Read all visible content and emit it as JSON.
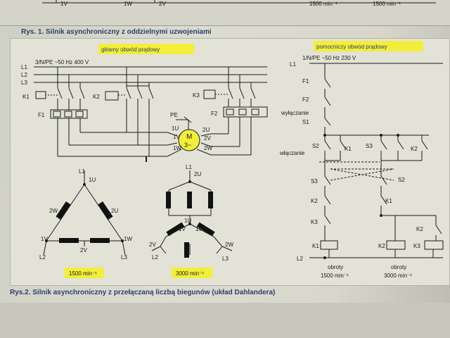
{
  "top": {
    "fragments": [
      "1V",
      "1W",
      "2V",
      "1500 min⁻¹",
      "1500 min⁻¹"
    ],
    "caption": "Rys. 1. Silnik asynchroniczny z oddzielnymi uzwojeniami"
  },
  "main": {
    "banner": "główny obwód prądowy",
    "supply": "3/N/PE ~50 Hz 400 V",
    "lines": [
      "L1",
      "L2",
      "L3"
    ],
    "contactors": [
      "K1",
      "K2",
      "K3"
    ],
    "relays": [
      "F1",
      "F2"
    ],
    "pe": "PE",
    "motor": [
      "M",
      "3~"
    ],
    "terminals": [
      "1U",
      "1V",
      "1W",
      "2U",
      "2V",
      "2W"
    ]
  },
  "delta": {
    "labels": [
      "L1",
      "1U",
      "2W",
      "2U",
      "1V",
      "2V",
      "1W",
      "L2",
      "L3"
    ],
    "speed": "1500 min⁻¹"
  },
  "star": {
    "labels": [
      "L1",
      "2U",
      "1U",
      "1V",
      "1W",
      "2V",
      "2W",
      "L2",
      "L3"
    ],
    "speed": "3000 min⁻¹"
  },
  "control": {
    "banner": "pomocniczy obwód prądowy",
    "supply": "1/N/PE ~50 Hz 230 V",
    "l1": "L1",
    "l2": "L2",
    "f1": "F1",
    "f2": "F2",
    "off_label": "wyłączanie",
    "s1": "S1",
    "s2": "S2",
    "on_label": "włączanie",
    "k1a": "K1",
    "s3a": "S3",
    "k2a": "K2",
    "s3b": "S3",
    "s2b": "S2",
    "k2b": "K2",
    "k1b": "K1",
    "k3a": "K3",
    "k2c": "K2",
    "k1coil": "K1",
    "k2coil": "K2",
    "k3coil": "K3",
    "obroty1": "obroty",
    "speed1": "1500 min⁻¹",
    "obroty2": "obroty",
    "speed2": "3000 min⁻¹"
  },
  "bottom": {
    "caption": "Rys.2. Silnik asynchroniczny z przełączaną liczbą biegunów (układ Dahlandera)"
  },
  "colors": {
    "banner": "#f2ee3a",
    "motor": "#f2ee3a",
    "caption": "#2d3f6e",
    "line": "#1a1a1a",
    "winding": "#111111"
  }
}
